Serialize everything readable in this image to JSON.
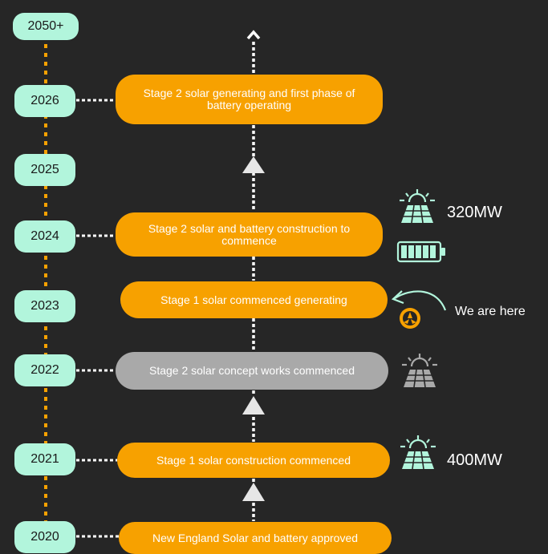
{
  "years": [
    "2050+",
    "2026",
    "2025",
    "2024",
    "2023",
    "2022",
    "2021",
    "2020"
  ],
  "stages": {
    "s2026": "Stage 2 solar generating and first phase of battery operating",
    "s2024": "Stage 2 solar and battery construction to commence",
    "s2023": "Stage 1 solar commenced generating",
    "s2022": "Stage 2 solar concept works commenced",
    "s2021": "Stage 1 solar construction commenced",
    "s2020": "New England Solar and battery approved"
  },
  "capacities": {
    "stage2": "320MW",
    "stage1": "400MW"
  },
  "marker": {
    "label": "We are here"
  },
  "colors": {
    "background": "#262626",
    "year_pill": "#b2f5dc",
    "stage_active": "#f7a100",
    "stage_inactive": "#a9a9a9",
    "timeline_dots": "#f7a100",
    "connector_dots": "#ffffff",
    "marker_arrow": "#b2f5dc"
  },
  "icons": [
    "solar-panel-icon",
    "battery-icon",
    "location-marker-icon",
    "curved-arrow-icon",
    "up-arrow-icon"
  ]
}
